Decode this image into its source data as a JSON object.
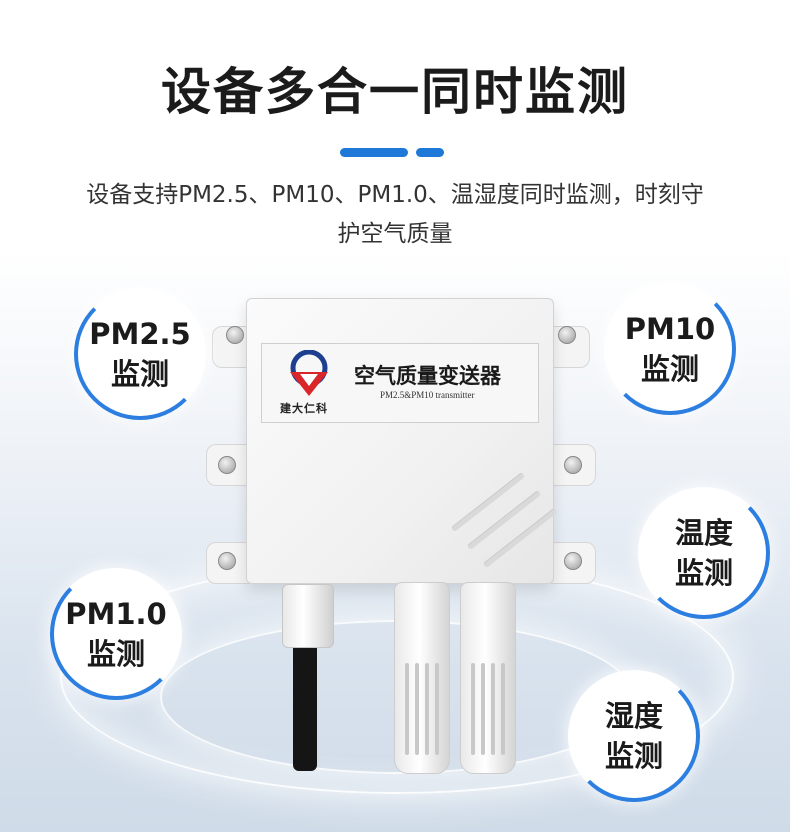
{
  "header": {
    "title": "设备多合一同时监测",
    "subtitle_line1": "设备支持PM2.5、PM10、PM1.0、温湿度同时监测，时刻守",
    "subtitle_line2": "护空气质量"
  },
  "accent_color": "#1e78d8",
  "badges": [
    {
      "line1": "PM2.5",
      "line2": "监测"
    },
    {
      "line1": "PM10",
      "line2": "监测"
    },
    {
      "line1": "PM1.0",
      "line2": "监测"
    },
    {
      "line1": "温度",
      "line2": "监测"
    },
    {
      "line1": "湿度",
      "line2": "监测"
    }
  ],
  "device": {
    "brand": "建大仁科",
    "product_name": "空气质量变送器",
    "product_en": "PM2.5&PM10 transmitter",
    "logo_icon": "renke-logo-icon"
  }
}
